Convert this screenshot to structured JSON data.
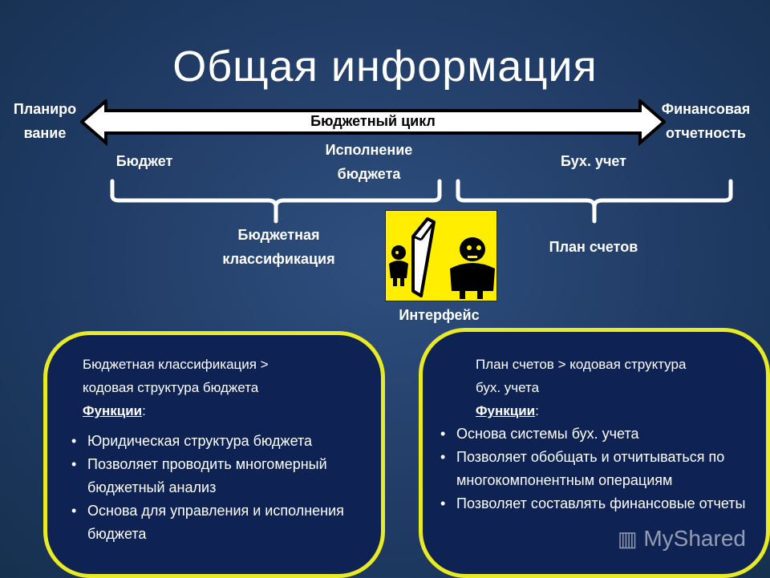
{
  "title": "Общая информация",
  "arrow": {
    "left_label": "Планиро\nвание",
    "right_label": "Финансовая\nотчетность",
    "center_label": "Бюджетный цикл"
  },
  "labels": {
    "budget": "Бюджет",
    "budget_execution": "Исполнение\nбюджета",
    "accounting": "Бух. учет",
    "budget_classification": "Бюджетная\nклассификация",
    "chart_of_accounts": "План счетов",
    "interface": "Интерфейс"
  },
  "left_panel": {
    "heading_line1": "Бюджетная классификация  >",
    "heading_line2": "кодовая структура бюджета",
    "functions_label": "Функции",
    "bullets": [
      "Юридическая структура бюджета",
      "Позволяет проводить многомерный бюджетный анализ",
      "Основа для управления и исполнения бюджета"
    ]
  },
  "right_panel": {
    "heading_line1": "План счетов > кодовая структура",
    "heading_line2": "бух. учета",
    "functions_label": "Функции",
    "bullets": [
      "Основа системы бух. учета",
      "Позволяет обобщать и отчитываться по многокомпонентным операциям",
      "Позволяет составлять финансовые отчеты"
    ]
  },
  "watermark": "MyShared",
  "colors": {
    "background": "#1f3a63",
    "panel_border": "#e8ea23",
    "panel_fill": "#0e2253",
    "interface_box": "#ffee00"
  }
}
